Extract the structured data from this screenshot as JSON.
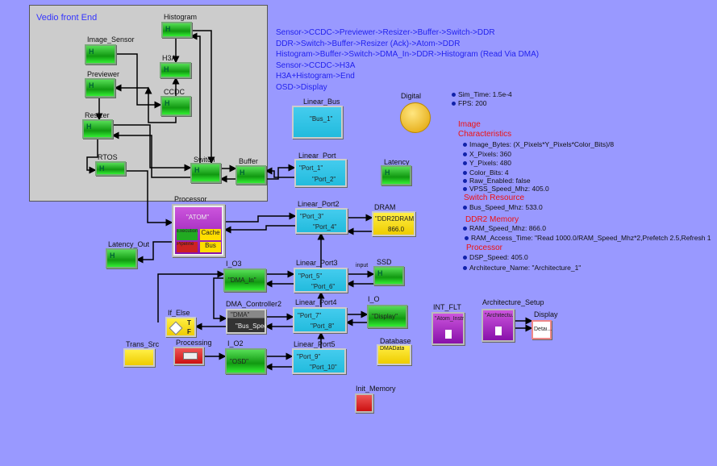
{
  "panel": {
    "title": "Vedio front End"
  },
  "notes": [
    "Sensor->CCDC->Previewer->Resizer->Buffer->Switch->DDR",
    "DDR->Switch->Buffer->Resizer (Ack)->Atom->DDR",
    "Histogram->Buffer->Switch->DMA_In->DDR->Histogram (Read Via DMA)",
    "Sensor->CCDC->H3A",
    "H3A+Histogram->End",
    "OSD->Display"
  ],
  "properties": {
    "sim_time": "Sim_Time: 1.5e-4",
    "fps": "FPS: 200",
    "image_heading": "Image",
    "image_heading2": "Characteristics",
    "image_bytes": "Image_Bytes: (X_Pixels*Y_Pixels*Color_Bits)/8",
    "x_pixels": "X_Pixels: 360",
    "y_pixels": "Y_Pixels: 480",
    "color_bits": "Color_Bits: 4",
    "raw_enabled": "Raw_Enabled: false",
    "vpss_speed": "VPSS_Speed_Mhz: 405.0",
    "switch_heading": "Switch Resource",
    "bus_speed": "Bus_Speed_Mhz: 533.0",
    "ddr_heading": "DDR2 Memory",
    "ram_speed": "RAM_Speed_Mhz: 866.0",
    "ram_access": "RAM_Access_Time: \"Read 1000.0/RAM_Speed_Mhz*2,Prefetch 2.5,Refresh 1",
    "processor_heading": "Processor",
    "dsp_speed": "DSP_Speed: 405.0",
    "arch_name": "Architecture_Name: \"Architecture_1\""
  },
  "blocks": {
    "histogram": "Histogram",
    "image_sensor": "Image_Sensor",
    "h3a": "H3A",
    "previewer": "Previewer",
    "ccdc": "CCDC",
    "resizer": "Resizer",
    "rtos": "RTOS",
    "switch": "Switch",
    "buffer": "Buffer",
    "linear_bus": {
      "label": "Linear_Bus",
      "text": "\"Bus_1\""
    },
    "linear_port": {
      "label": "Linear_Port",
      "p1": "\"Port_1\"",
      "p2": "\"Port_2\""
    },
    "latency": "Latency",
    "digital": "Digital",
    "processor": {
      "label": "Processor",
      "name": "\"ATOM\"",
      "exec": "Execution Unit",
      "cache": "Cache",
      "pipeline": "Pipeline",
      "bus": "Bus"
    },
    "latency_out": "Latency_Out",
    "linear_port2": {
      "label": "Linear_Port2",
      "p1": "\"Port_3\"",
      "p2": "\"Port_4\""
    },
    "dram": {
      "label": "DRAM",
      "text": "\"DDR2DRAM_...",
      "value": "866.0"
    },
    "io3": {
      "label": "I_O3",
      "text": "\"DMA_In\""
    },
    "linear_port3": {
      "label": "Linear_Port3",
      "p1": "\"Port_5\"",
      "p2": "\"Port_6\""
    },
    "ssd": {
      "label": "SSD",
      "port": "input"
    },
    "dma": {
      "label": "DMA_Controller2",
      "t1": "\"DMA\"",
      "t2": "\"Bus_Speed"
    },
    "linear_port4": {
      "label": "Linear_Port4",
      "p1": "\"Port_7\"",
      "p2": "\"Port_8\""
    },
    "io": {
      "label": "I_O",
      "text": "\"Display\""
    },
    "if_else": {
      "label": "If_Else",
      "t": "T",
      "f": "F"
    },
    "trans_src": "Trans_Src",
    "processing": "Processing",
    "io2": {
      "label": "I_O2",
      "text": "\"OSD\""
    },
    "linear_port5": {
      "label": "Linear_Port5",
      "p1": "\"Port_9\"",
      "p2": "\"Port_10\""
    },
    "database": {
      "label": "Database",
      "text": "DMAData"
    },
    "int_flt": {
      "label": "INT_FLT",
      "text": "\"Atom_Instr..."
    },
    "arch_setup": {
      "label": "Architecture_Setup",
      "text": "\"Architectu..."
    },
    "display": {
      "label": "Display",
      "text": "Detai..."
    },
    "init_memory": "Init_Memory"
  },
  "colors": {
    "background": "#9999ff",
    "panel": "#cccccc",
    "heading": "#ee1111",
    "note": "#2222ee"
  }
}
